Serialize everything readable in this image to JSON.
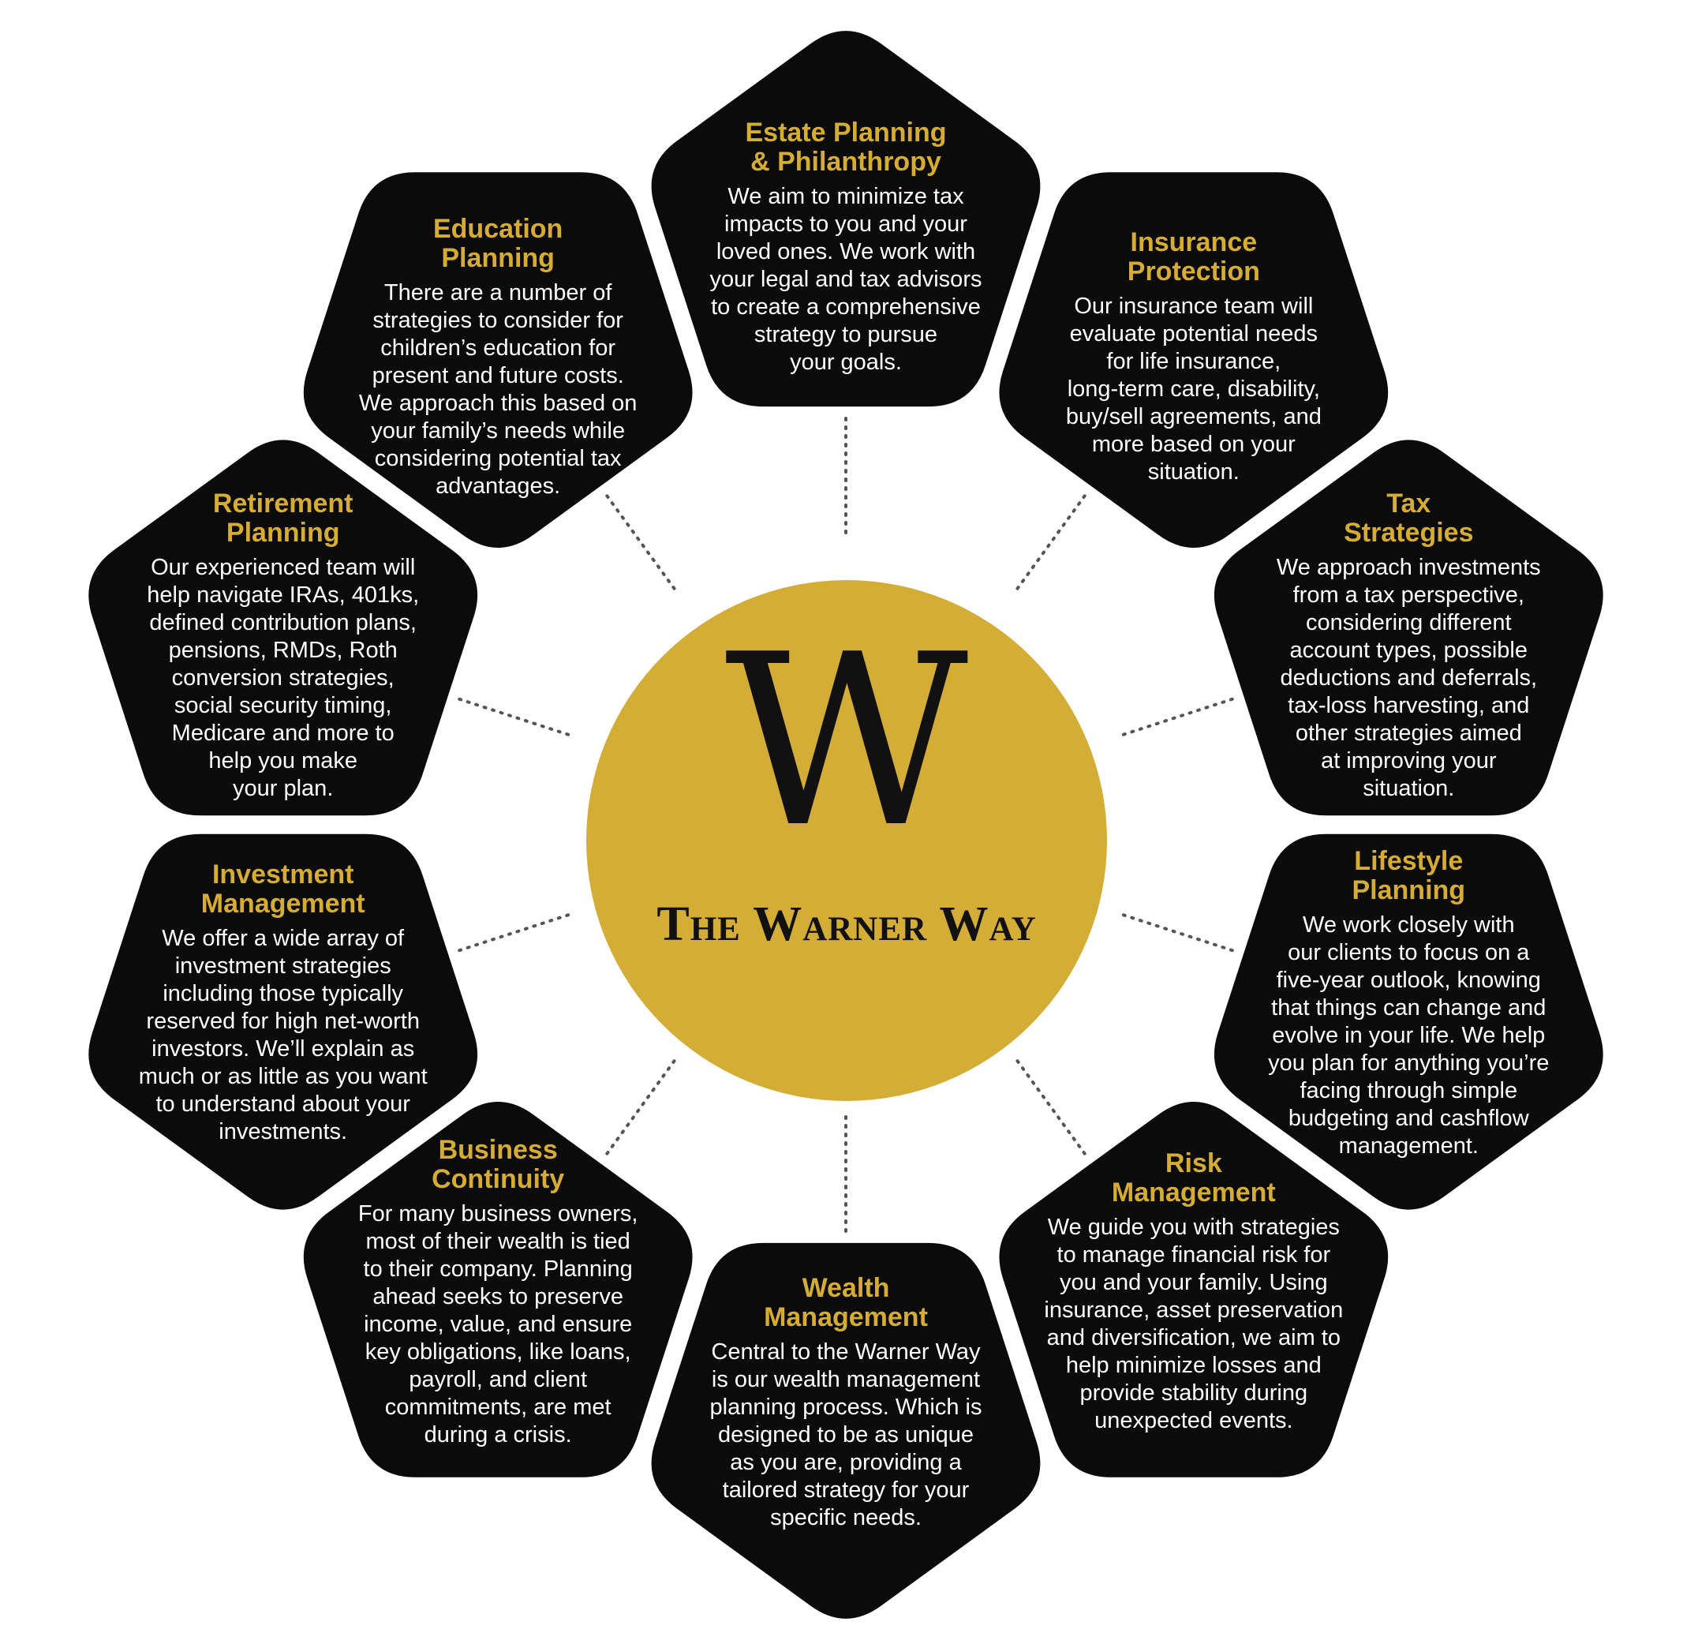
{
  "colors": {
    "gold": "#d3ad36",
    "panel": "#0b0b0b",
    "title": "#d6ad32",
    "body_text": "#ffffff",
    "connector": "#555555",
    "center_text": "#111111"
  },
  "center": {
    "letter": "W",
    "name": "The Warner Way"
  },
  "panels": [
    {
      "id": "estate-planning",
      "title": "Estate Planning\n& Philanthropy",
      "body": "We aim to minimize tax\nimpacts to you and your\nloved ones. We work with\nyour legal and tax advisors\nto create a comprehensive\nstrategy to pursue\nyour goals."
    },
    {
      "id": "insurance-protection",
      "title": "Insurance\nProtection",
      "body": "Our insurance team will\nevaluate potential needs\nfor life insurance,\nlong-term care, disability,\nbuy/sell agreements, and\nmore based on your\nsituation."
    },
    {
      "id": "tax-strategies",
      "title": "Tax\nStrategies",
      "body": "We approach investments\nfrom a tax perspective,\nconsidering different\naccount types, possible\ndeductions and deferrals,\ntax-loss harvesting, and\nother strategies aimed\nat improving your\nsituation."
    },
    {
      "id": "lifestyle-planning",
      "title": "Lifestyle\nPlanning",
      "body": "We work closely with\nour clients to focus on a\nfive-year outlook, knowing\nthat things can change and\nevolve in your life. We help\nyou plan for anything you’re\nfacing through simple\nbudgeting and cashflow\nmanagement."
    },
    {
      "id": "risk-management",
      "title": "Risk\nManagement",
      "body": "We guide you with strategies\nto manage financial risk for\nyou and your family. Using\ninsurance, asset preservation\nand diversification, we aim to\nhelp minimize losses and\nprovide stability during\nunexpected events."
    },
    {
      "id": "wealth-management",
      "title": "Wealth\nManagement",
      "body": "Central to the Warner Way\nis our wealth management\nplanning process. Which is\ndesigned to be as unique\nas you are, providing a\ntailored strategy for your\nspecific needs."
    },
    {
      "id": "business-continuity",
      "title": "Business\nContinuity",
      "body": "For many business owners,\nmost of their wealth is tied\nto their company. Planning\nahead seeks to preserve\nincome, value, and ensure\nkey obligations, like loans,\npayroll, and client\ncommitments, are met\nduring a crisis."
    },
    {
      "id": "investment-management",
      "title": "Investment\nManagement",
      "body": "We offer a wide array of\ninvestment strategies\nincluding those typically\nreserved for high net-worth\ninvestors. We’ll explain as\nmuch or as little as you want\nto understand about your\ninvestments."
    },
    {
      "id": "retirement-planning",
      "title": "Retirement\nPlanning",
      "body": "Our experienced team will\nhelp navigate IRAs, 401ks,\ndefined contribution plans,\npensions, RMDs, Roth\nconversion strategies,\nsocial security timing,\nMedicare and more to\nhelp you make\nyour plan."
    },
    {
      "id": "education-planning",
      "title": "Education\nPlanning",
      "body": "There are a number of\nstrategies to consider for\nchildren’s education for\npresent and future costs.\nWe approach this based on\nyour family’s needs while\nconsidering potential tax\nadvantages."
    }
  ]
}
